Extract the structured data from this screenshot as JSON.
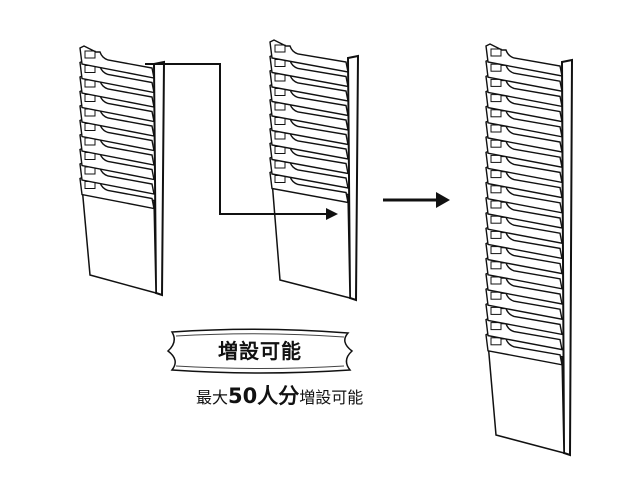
{
  "banner": {
    "label": "増設可能"
  },
  "caption": {
    "prefix": "最大",
    "highlight": "50人分",
    "suffix": "増設可能"
  },
  "racks": [
    {
      "name": "single-rack-left",
      "pockets": 10
    },
    {
      "name": "single-rack-middle",
      "pockets": 10
    },
    {
      "name": "combined-rack-right",
      "pockets": 20
    }
  ],
  "colors": {
    "line": "#111111",
    "background": "#ffffff"
  }
}
